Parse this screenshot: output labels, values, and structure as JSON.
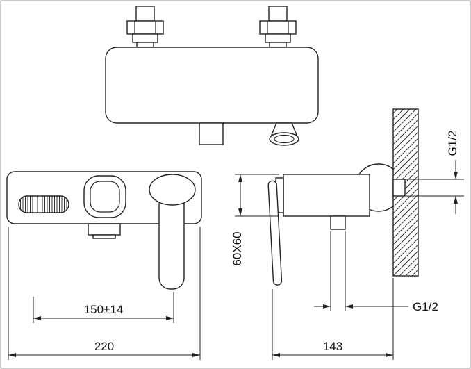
{
  "canvas": {
    "background": "#ffffff",
    "line_color": "#222222"
  },
  "dims": {
    "center_distance": "150±14",
    "overall_width": "220",
    "body_section": "60X60",
    "wall_thread": "G1/2",
    "depth": "143",
    "outlet_thread": "G1/2"
  }
}
